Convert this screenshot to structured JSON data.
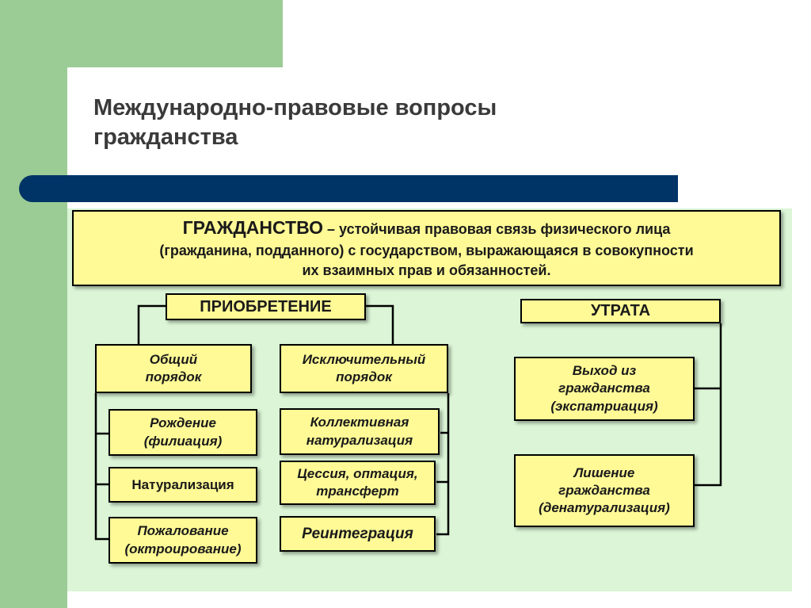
{
  "title": {
    "line1": "Международно-правовые вопросы",
    "line2": "гражданства"
  },
  "definition": {
    "term": "ГРАЖДАНСТВО",
    "line1_rest": " – устойчивая правовая связь физического лица",
    "line2": "(гражданина, подданного) с государством, выражающаяся в совокупности",
    "line3": "их взаимных прав и обязанностей."
  },
  "acquisition": {
    "label": "ПРИОБРЕТЕНИЕ",
    "general": {
      "label_line1": "Общий",
      "label_line2": "порядок",
      "items": [
        {
          "line1": "Рождение",
          "line2": "(филиация)"
        },
        {
          "line1": "Натурализация",
          "line2": ""
        },
        {
          "line1": "Пожалование",
          "line2": "(октроирование)"
        }
      ]
    },
    "exceptional": {
      "label_line1": "Исключительный",
      "label_line2": "порядок",
      "items": [
        {
          "line1": "Коллективная",
          "line2": "натурализация"
        },
        {
          "line1": "Цессия, оптация,",
          "line2": "трансферт"
        },
        {
          "line1": "Реинтеграция",
          "line2": ""
        }
      ]
    }
  },
  "loss": {
    "label": "УТРАТА",
    "items": [
      {
        "line1": "Выход из",
        "line2": "гражданства",
        "line3": "(экспатриация)"
      },
      {
        "line1": "Лишение",
        "line2": "гражданства",
        "line3": "(денатурализация)"
      }
    ]
  },
  "colors": {
    "box_fill": "#fffa96",
    "panel_fill": "#dbf5d6",
    "accent_green": "#9ccc96",
    "bar_navy": "#003466",
    "title_text": "#3a3a3a"
  }
}
